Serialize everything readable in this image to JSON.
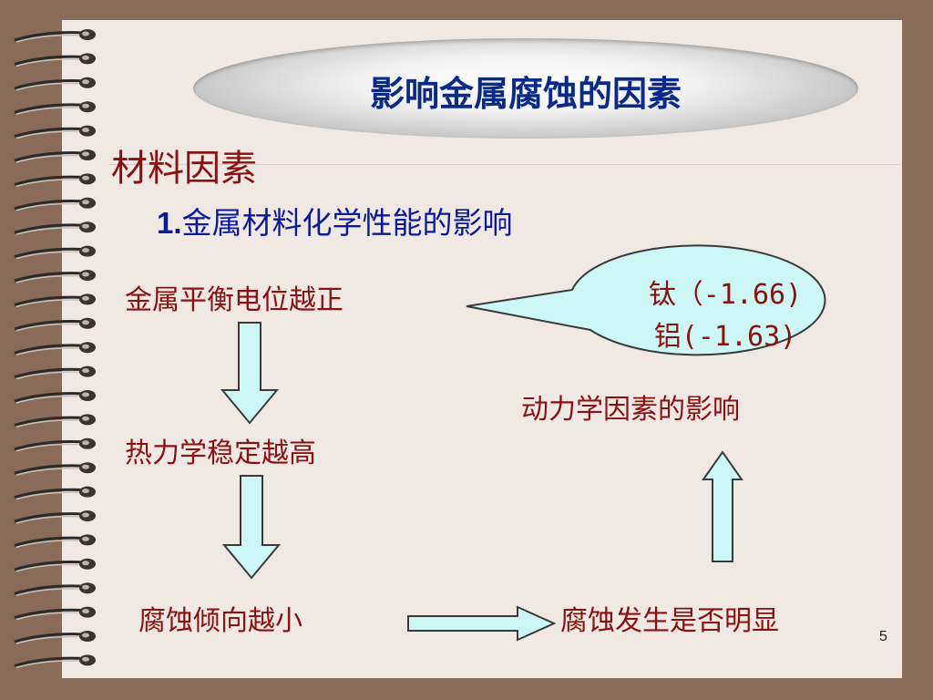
{
  "title": "影响金属腐蚀的因素",
  "section_heading": "材料因素",
  "subheading": {
    "number": "1.",
    "text": "金属材料化学性能的影响"
  },
  "flow": {
    "step1": "金属平衡电位越正",
    "step2": "热力学稳定越高",
    "step3": "腐蚀倾向越小",
    "step4": "腐蚀发生是否明显",
    "step5": "动力学因素的影响"
  },
  "callout": {
    "line1": "钛（-1.66)",
    "line2": "铝(-1.63)"
  },
  "page_number": "5",
  "colors": {
    "title": "#0a2a8a",
    "text": "#8b1010",
    "arrow_fill": "#ccf7f4",
    "callout_fill": "#ccf7f4",
    "background": "#8a6a58",
    "paper": "#efe8e3"
  }
}
